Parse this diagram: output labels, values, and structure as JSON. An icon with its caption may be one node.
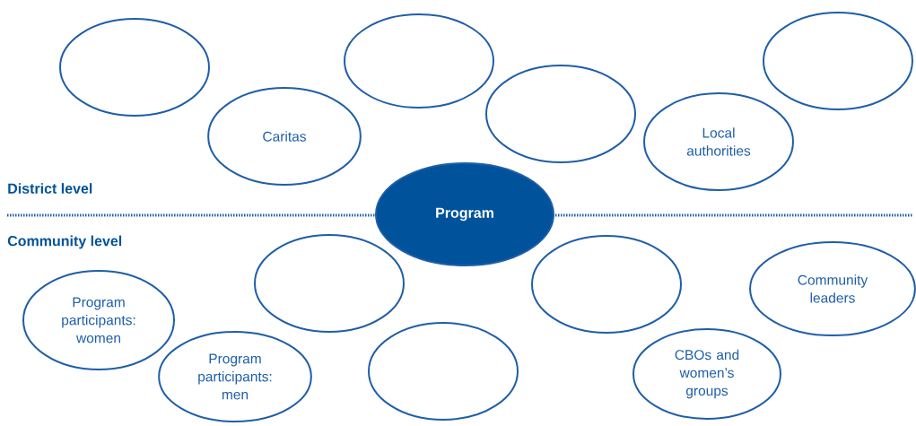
{
  "diagram": {
    "nodes": [
      {
        "text": [],
        "shape": "ellipse"
      },
      {
        "text": [
          "Caritas"
        ]
      },
      {
        "text": [],
        "shape": "ellipse"
      },
      {
        "text": [],
        "shape": "ellipse"
      },
      {
        "text": [
          "Local authorities"
        ]
      },
      {
        "text": [],
        "shape": "ellipse"
      },
      {
        "text": [
          "Program"
        ]
      },
      {
        "text": [
          "Program participants: women"
        ]
      },
      {
        "text": [],
        "shape": "ellipse"
      },
      {
        "text": [
          "Program participants: men"
        ]
      },
      {
        "text": [],
        "shape": "ellipse"
      },
      {
        "text": [],
        "shape": "ellipse"
      },
      {
        "text": [
          "Community leaders"
        ]
      },
      {
        "text": [
          "CBOs and women’s groups"
        ]
      }
    ],
    "labels": [
      "District level",
      "Community level"
    ]
  }
}
